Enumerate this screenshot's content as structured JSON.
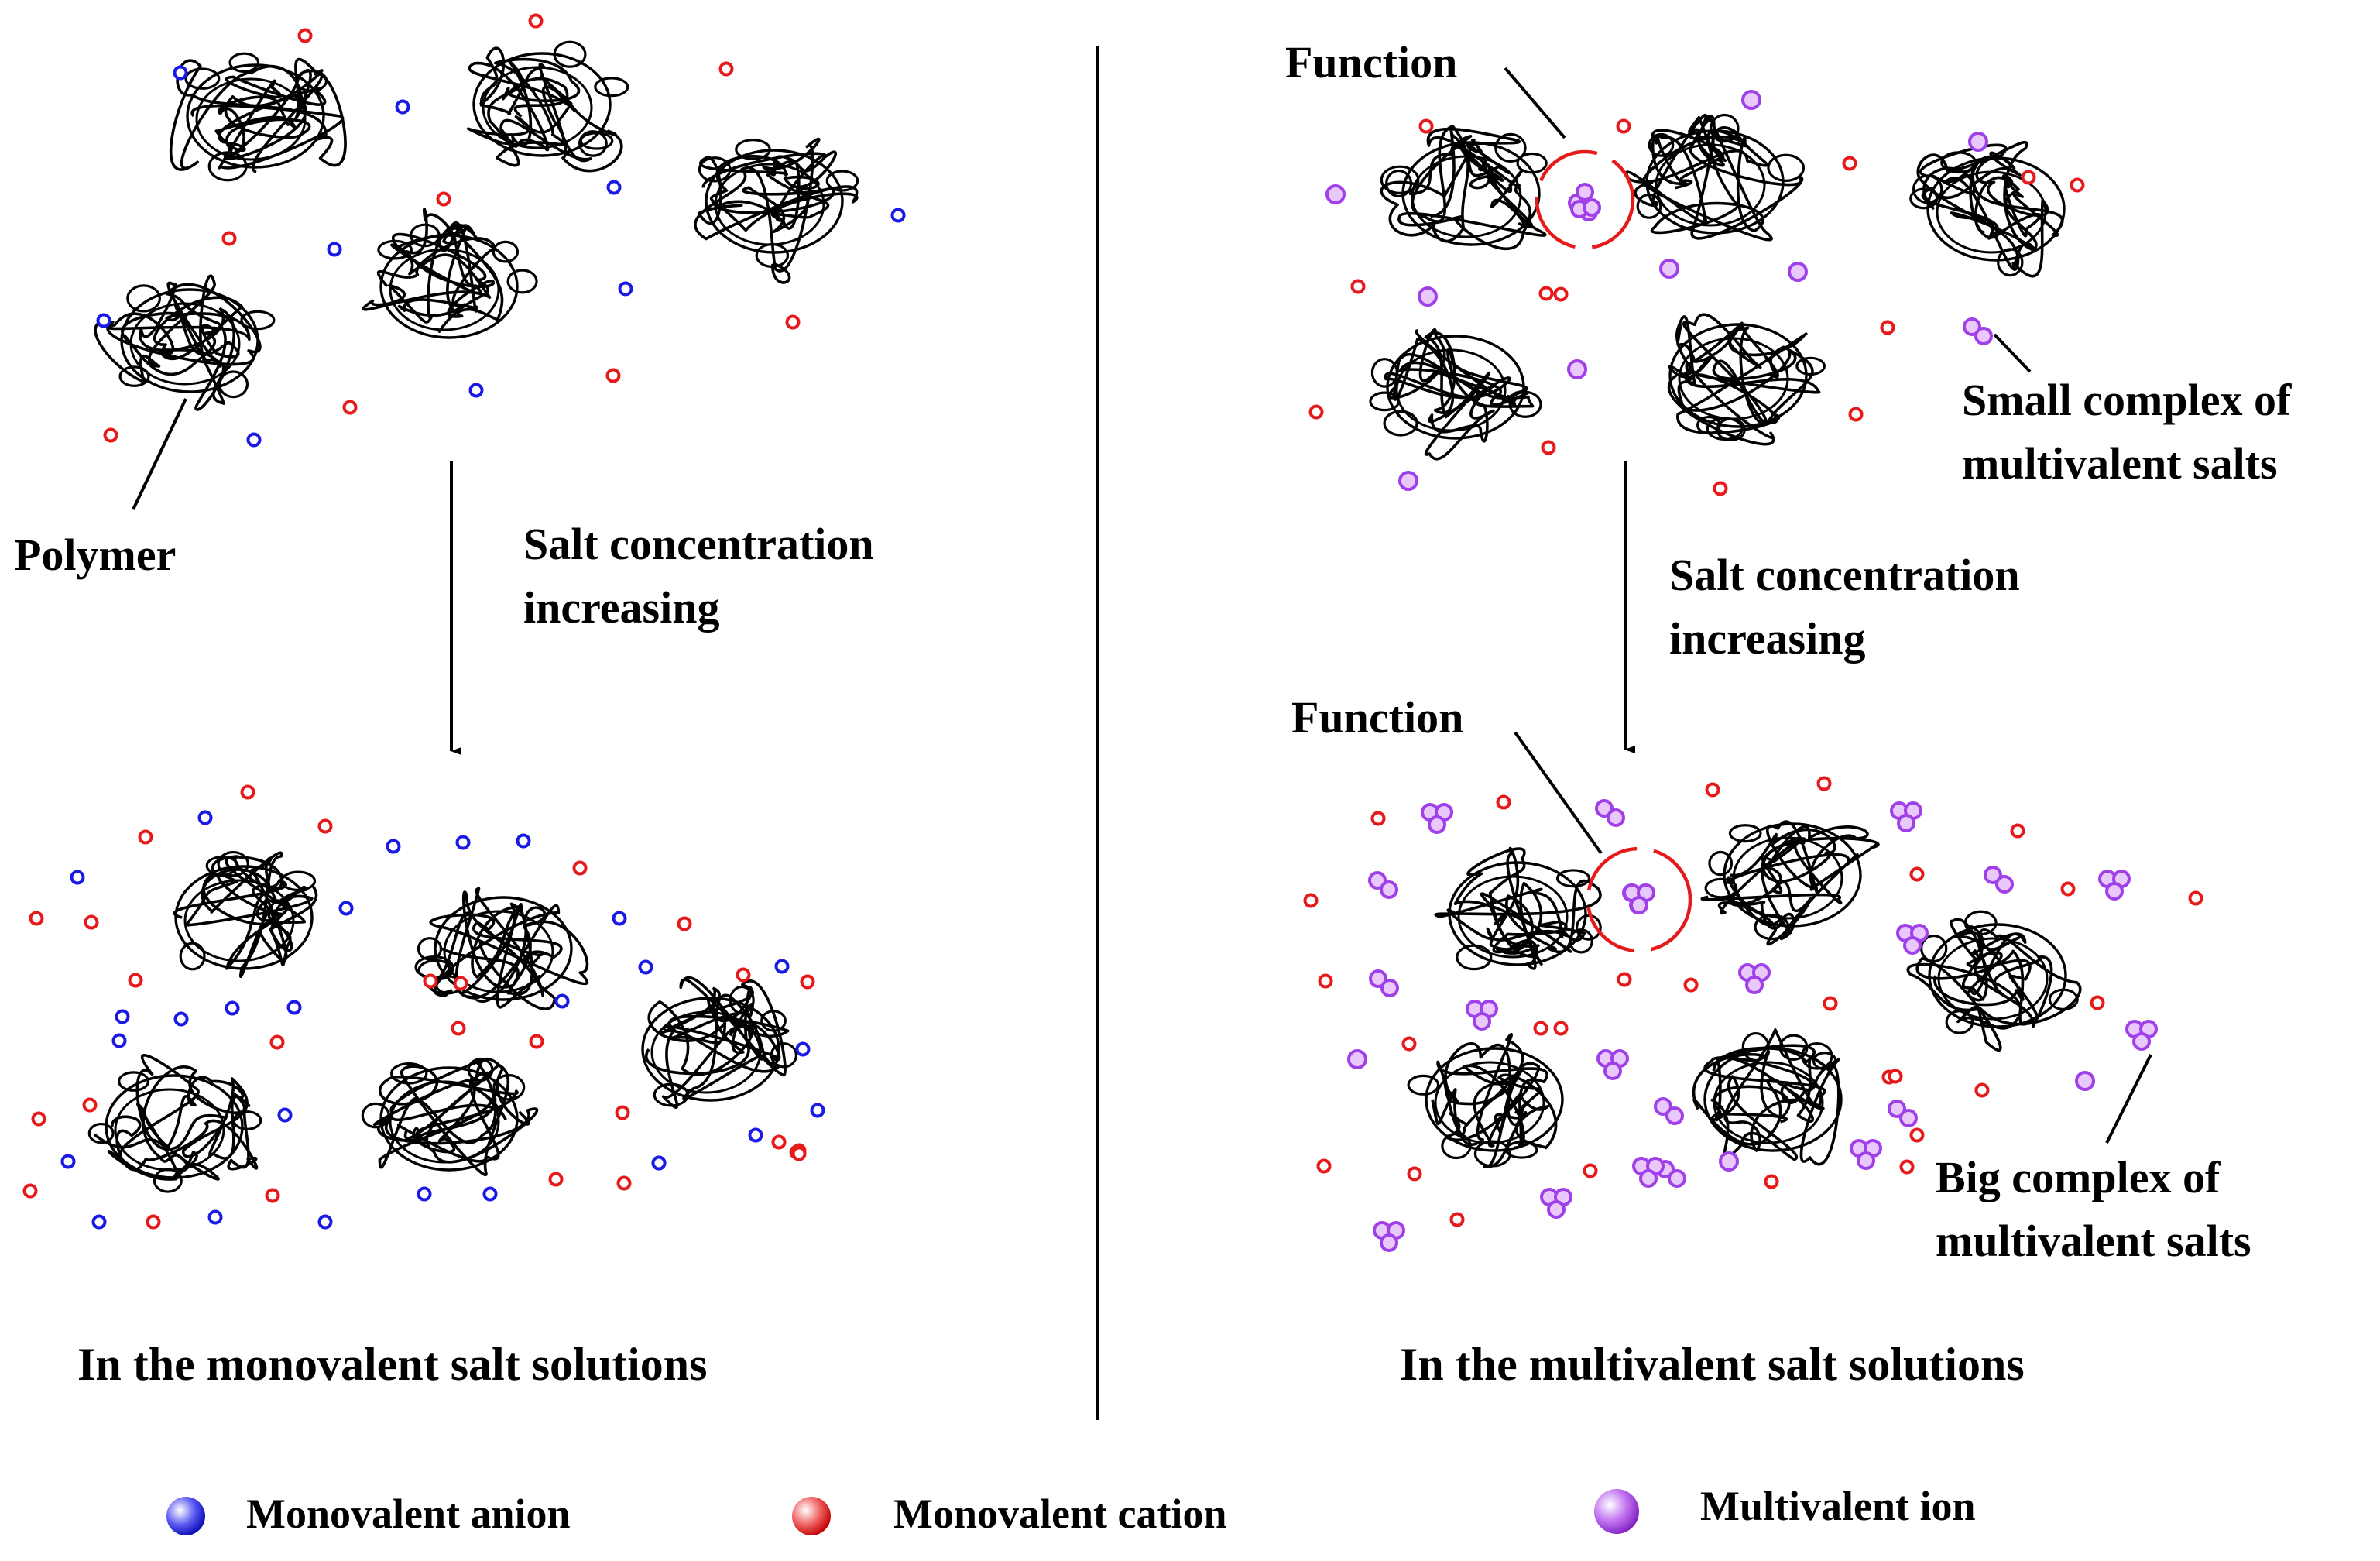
{
  "left_panel": {
    "polymer_label": "Polymer",
    "arrow_label_line1": "Salt concentration",
    "arrow_label_line2": "increasing",
    "caption": "In the monovalent salt solutions"
  },
  "right_panel": {
    "function_label_top": "Function",
    "function_label_bottom": "Function",
    "small_complex_line1": "Small complex of",
    "small_complex_line2": "multivalent salts",
    "arrow_label_line1": "Salt concentration",
    "arrow_label_line2": "increasing",
    "big_complex_line1": "Big complex of",
    "big_complex_line2": "multivalent salts",
    "caption": "In the multivalent salt solutions"
  },
  "legend": {
    "anion": "Monovalent anion",
    "cation": "Monovalent cation",
    "multivalent": "Multivalent ion"
  },
  "colors": {
    "anion": "#1a1ae6",
    "cation": "#e61a1a",
    "multivalent": "#a040e8",
    "function_ring": "#e61a1a",
    "ink": "#000000"
  }
}
